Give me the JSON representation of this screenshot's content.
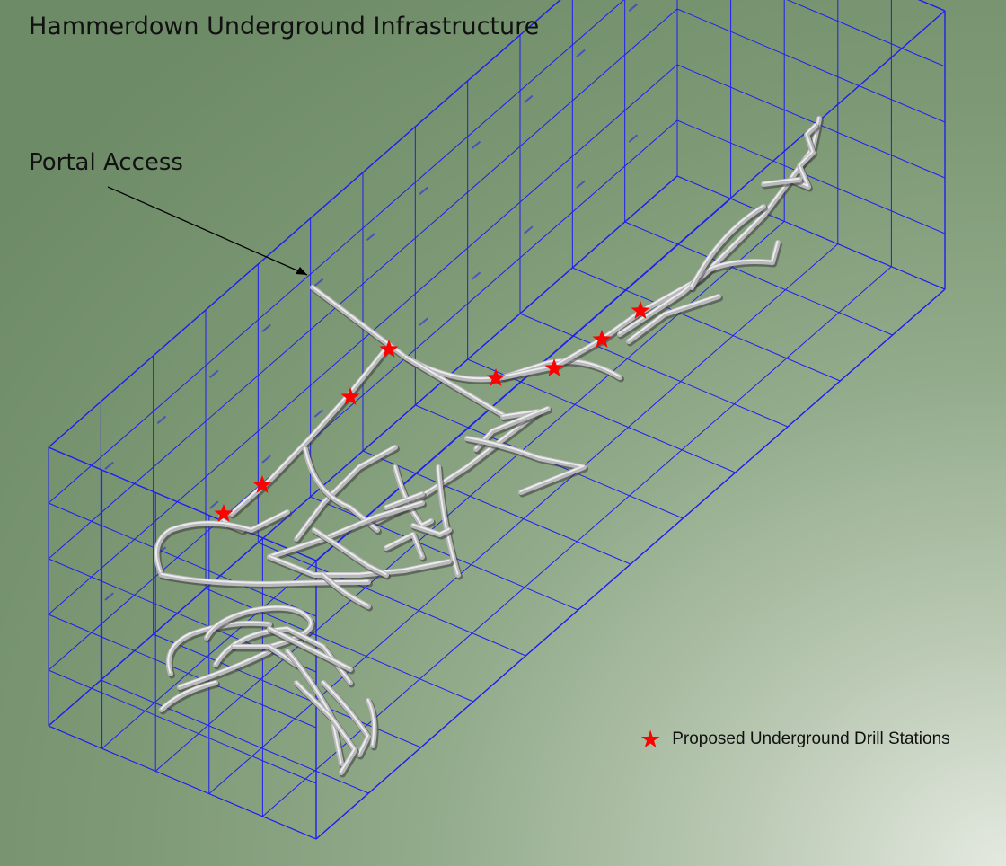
{
  "title": "Hammerdown Underground Infrastructure",
  "annotation": {
    "label": "Portal Access"
  },
  "legend": {
    "symbol": "★",
    "label": "Proposed Underground Drill Stations"
  },
  "colors": {
    "grid": "#1f1ff0",
    "tunnel": "#b9b9bb",
    "tunnel_shadow": "#3a3a3a",
    "drill_station": "#ff0000",
    "arrow": "#000000"
  },
  "icons": {
    "drill_station": "red-star-icon"
  }
}
